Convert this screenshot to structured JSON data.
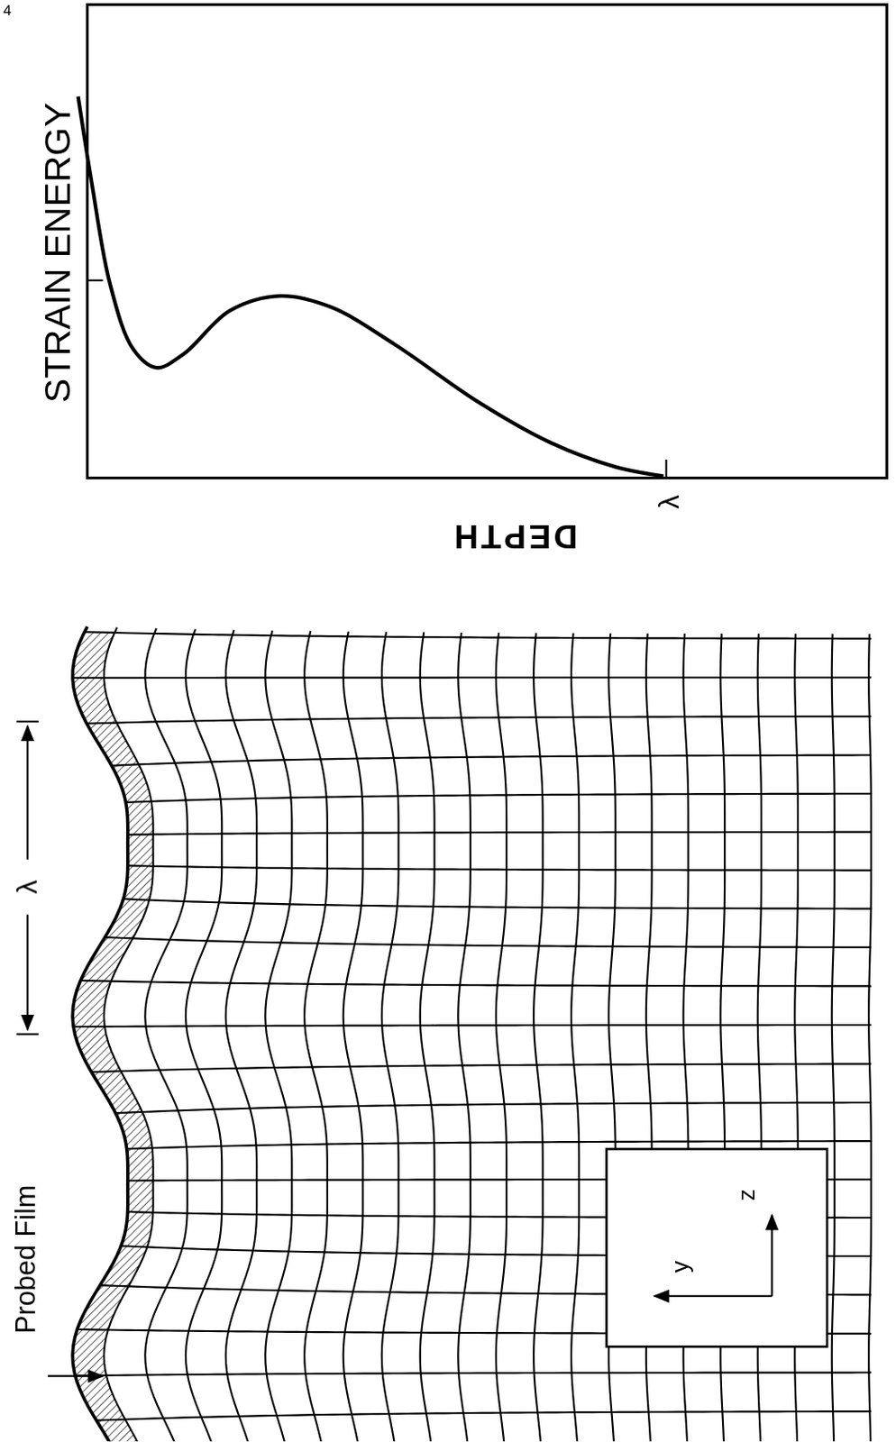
{
  "diagram": {
    "labels": [
      "4",
      "STRAIN ENERGY",
      "λ",
      "DEPTH",
      "λ",
      "Probed Film",
      "y",
      "z"
    ]
  }
}
